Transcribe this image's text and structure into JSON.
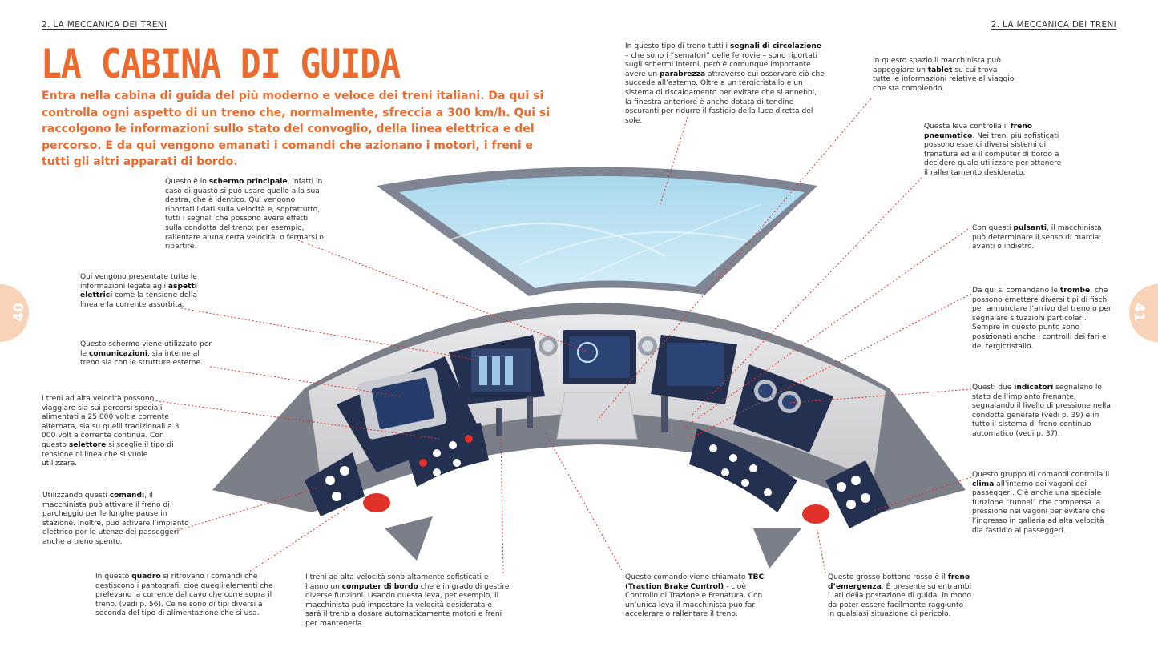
{
  "header": {
    "left": "2. LA MECCANICA DEI TRENI",
    "right": "2. LA MECCANICA DEI TRENI"
  },
  "title": "LA CABINA DI GUIDA",
  "intro": "Entra nella cabina di guida del più moderno e veloce dei treni italiani. Da qui si controlla ogni aspetto di un treno che, normalmente, sfreccia a 300 km/h. Qui si raccolgono le informazioni sullo stato del convoglio, della linea elettrica e del percorso. E da qui vengono emanati i comandi che azionano i motori, i freni e tutti gli altri apparati di bordo.",
  "page_numbers": {
    "left": "40",
    "right": "41"
  },
  "colors": {
    "accent": "#ec6a2d",
    "tab": "#f9d3b8",
    "leader": "#e0322a",
    "panel": "#1f2b4a",
    "glass": "#bfe3f3"
  },
  "notes": {
    "segnali": [
      "In questo tipo di treno tutti i ",
      "segnali di circolazione",
      " – che sono i “semafori” delle ferrovie – sono riportati sugli schermi interni, però è comunque importante avere un ",
      "parabrezza",
      " attraverso cui osservare ciò che succede all’esterno. Oltre a un tergicristallo e un sistema di riscaldamento per evitare che si annebbi, la finestra anteriore è anche dotata di tendine oscuranti per ridurre il fastidio della luce diretta del sole."
    ],
    "tablet": [
      "In questo spazio il macchinista può appoggiare un ",
      "tablet",
      " su cui trova tutte le informazioni relative al viaggio che sta compiendo."
    ],
    "freno_pneumatico": [
      "Questa leva controlla il ",
      "freno pneumatico",
      ". Nei treni più sofisticati possono esserci diversi sistemi di frenatura ed è il computer di bordo a decidere quale utilizzare per ottenere il rallentamento desiderato."
    ],
    "pulsanti": [
      "Con questi ",
      "pulsanti",
      ", il macchinista può determinare il senso di marcia: avanti o indietro."
    ],
    "trombe": [
      "Da qui si comandano le ",
      "trombe",
      ", che possono emettere diversi tipi di fischi per annunciare l’arrivo del treno o per segnalare situazioni particolari. Sempre in questo punto sono posizionati anche i controlli dei fari e del tergicristallo."
    ],
    "indicatori": [
      "Questi due ",
      "indicatori",
      " segnalano lo stato dell’impianto frenante, segnalando il livello di pressione nella condotta generale (vedi p. 39) e in tutto il sistema di freno continuo automatico (vedi p. 37)."
    ],
    "clima": [
      "Questo gruppo di comandi controlla il ",
      "clima",
      " all’interno dei vagoni dei passeggeri. C’è anche una speciale funzione “tunnel” che compensa la pressione nei vagoni per evitare che l’ingresso in galleria ad alta velocità dia fastidio ai passeggeri."
    ],
    "freno_emergenza": [
      "Questo grosso bottone rosso è il ",
      "freno d’emergenza",
      ". È presente su entrambi i lati della postazione di guida, in modo da poter essere facilmente raggiunto in qualsiasi situazione di pericolo."
    ],
    "tbc": [
      "Questo comando viene chiamato ",
      "TBC (Traction Brake Control)",
      " - cioè Controllo di Trazione e Frenatura. Con un’unica leva il macchinista può far accelerare o rallentare il treno."
    ],
    "computer": [
      "I treni ad alta velocità sono altamente sofisticati e hanno un ",
      "computer di bordo",
      " che è in grado di gestire diverse funzioni. Usando questa leva, per esempio, il macchinista può impostare la velocità desiderata e sarà il treno a dosare automaticamente motori e freni per mantenerla."
    ],
    "quadro": [
      "In questo ",
      "quadro",
      " si ritrovano i comandi che gestiscono i pantografi, cioè quegli elementi che prelevano la corrente dal cavo che corre sopra il treno. (vedi p. 56). Ce ne sono di tipi diversi a seconda del tipo di alimentazione che si usa."
    ],
    "comandi": [
      "Utilizzando questi ",
      "comandi",
      ", il macchinista può attivare il freno di parcheggio per le lunghe pause in stazione. Inoltre, può attivare l’impianto elettrico per le utenze dei passeggeri anche a treno spento."
    ],
    "selettore": [
      "I treni ad alta velocità possono viaggiare sia sui percorsi speciali alimentati a 25 000 volt a corrente alternata, sia su quelli tradizionali a 3 000 volt a corrente continua. Con questo ",
      "selettore",
      " si sceglie il tipo di tensione di linea che si vuole utilizzare."
    ],
    "comunicazioni": [
      "Questo schermo viene utilizzato per le ",
      "comunicazioni",
      ", sia interne al treno sia con le strutture esterne."
    ],
    "aspetti_elettrici": [
      "Qui vengono presentate tutte le informazioni legate agli ",
      "aspetti elettrici",
      " come la tensione della linea e la corrente assorbita."
    ],
    "schermo_principale": [
      "Questo è lo ",
      "schermo principale",
      ", infatti in caso di guasto si può usare quello alla sua destra, che è identico. Qui vengono riportati i dati sulla velocità e, soprattutto, tutti i segnali che possono avere effetti sulla condotta del treno: per esempio, rallentare a una certa velocità, o fermarsi o ripartire."
    ]
  }
}
